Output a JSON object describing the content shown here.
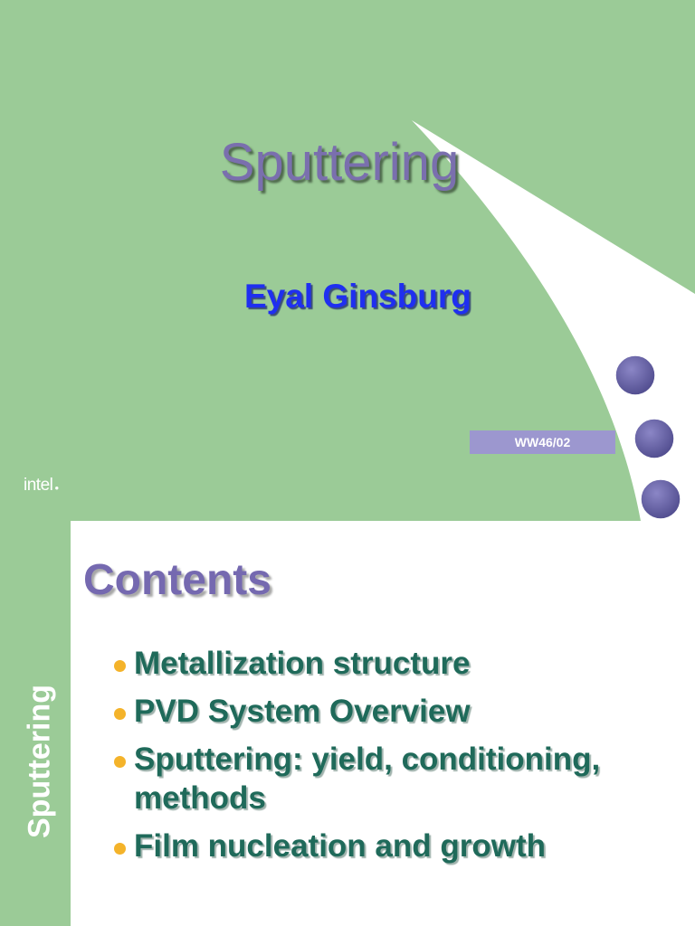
{
  "slide1": {
    "title": "Sputtering",
    "author": "Eyal Ginsburg",
    "date": "WW46/02",
    "logo": "intel"
  },
  "slide2": {
    "sidebar_label": "Sputtering",
    "title": "Contents",
    "bullets": [
      "Metallization structure",
      "PVD System Overview",
      "Sputtering: yield, conditioning, methods",
      "Film nucleation and growth"
    ]
  },
  "colors": {
    "background_green": "#9bcb97",
    "circle_purple": "#5f5a9c",
    "bullet_text": "#1f6a5a",
    "bullet_dot": "#f4b32a",
    "author_blue": "#1f2ff0"
  }
}
